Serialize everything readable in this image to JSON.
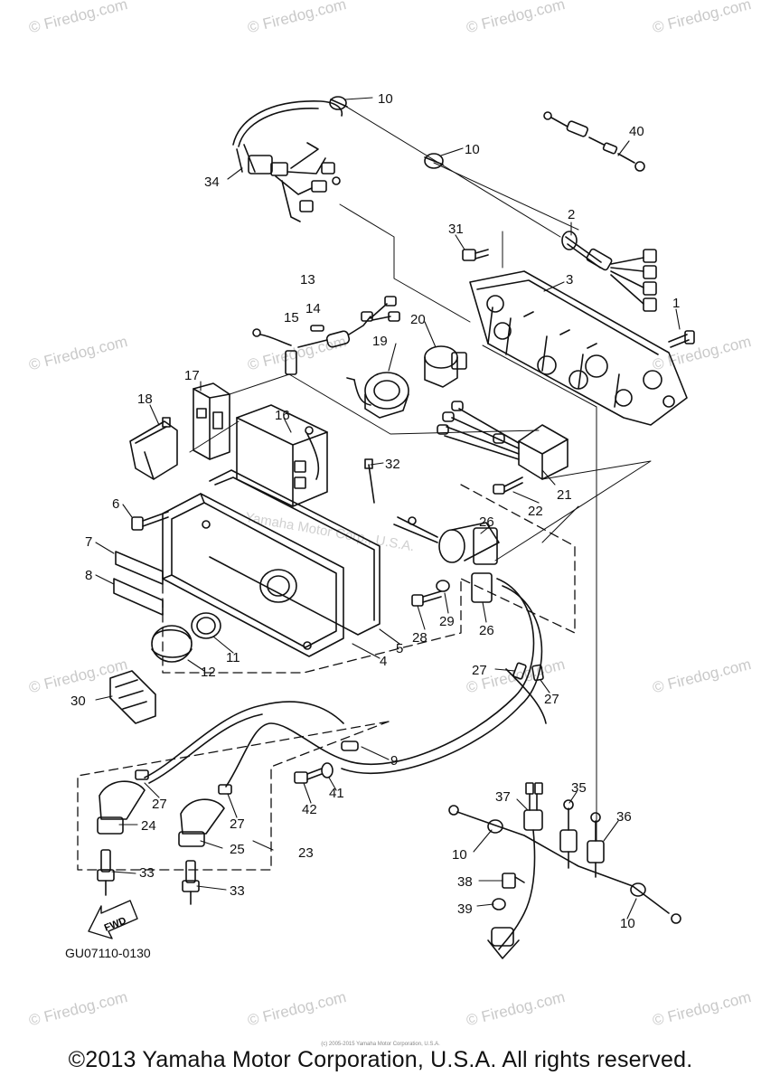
{
  "watermark": "© Firedog.com",
  "center_watermark": "Yamaha Motor Corp., U.S.A.",
  "callouts": [
    {
      "id": "c10a",
      "text": "10"
    },
    {
      "id": "c10b",
      "text": "10"
    },
    {
      "id": "c34",
      "text": "34"
    },
    {
      "id": "c40",
      "text": "40"
    },
    {
      "id": "c2",
      "text": "2"
    },
    {
      "id": "c31",
      "text": "31"
    },
    {
      "id": "c3",
      "text": "3"
    },
    {
      "id": "c13",
      "text": "13"
    },
    {
      "id": "c14",
      "text": "14"
    },
    {
      "id": "c15",
      "text": "15"
    },
    {
      "id": "c20",
      "text": "20"
    },
    {
      "id": "c1",
      "text": "1"
    },
    {
      "id": "c19",
      "text": "19"
    },
    {
      "id": "c17",
      "text": "17"
    },
    {
      "id": "c18",
      "text": "18"
    },
    {
      "id": "c16",
      "text": "16"
    },
    {
      "id": "c32",
      "text": "32"
    },
    {
      "id": "c21",
      "text": "21"
    },
    {
      "id": "c22",
      "text": "22"
    },
    {
      "id": "c6",
      "text": "6"
    },
    {
      "id": "c26a",
      "text": "26"
    },
    {
      "id": "c7",
      "text": "7"
    },
    {
      "id": "c8",
      "text": "8"
    },
    {
      "id": "c29",
      "text": "29"
    },
    {
      "id": "c28",
      "text": "28"
    },
    {
      "id": "c26b",
      "text": "26"
    },
    {
      "id": "c5",
      "text": "5"
    },
    {
      "id": "c4",
      "text": "4"
    },
    {
      "id": "c11",
      "text": "11"
    },
    {
      "id": "c12",
      "text": "12"
    },
    {
      "id": "c27a",
      "text": "27"
    },
    {
      "id": "c27b",
      "text": "27"
    },
    {
      "id": "c30",
      "text": "30"
    },
    {
      "id": "c9",
      "text": "9"
    },
    {
      "id": "c41",
      "text": "41"
    },
    {
      "id": "c42",
      "text": "42"
    },
    {
      "id": "c27c",
      "text": "27"
    },
    {
      "id": "c27d",
      "text": "27"
    },
    {
      "id": "c24",
      "text": "24"
    },
    {
      "id": "c25",
      "text": "25"
    },
    {
      "id": "c23",
      "text": "23"
    },
    {
      "id": "c33a",
      "text": "33"
    },
    {
      "id": "c33b",
      "text": "33"
    },
    {
      "id": "c37",
      "text": "37"
    },
    {
      "id": "c35",
      "text": "35"
    },
    {
      "id": "c36",
      "text": "36"
    },
    {
      "id": "c10c",
      "text": "10"
    },
    {
      "id": "c38",
      "text": "38"
    },
    {
      "id": "c39",
      "text": "39"
    },
    {
      "id": "c10d",
      "text": "10"
    }
  ],
  "fwd_label": "FWD",
  "diagram_code": "GU07110-0130",
  "fine_print": "(c) 2005-2015 Yamaha Motor Corporation, U.S.A.",
  "footer": "©2013 Yamaha Motor Corporation, U.S.A. All rights reserved."
}
